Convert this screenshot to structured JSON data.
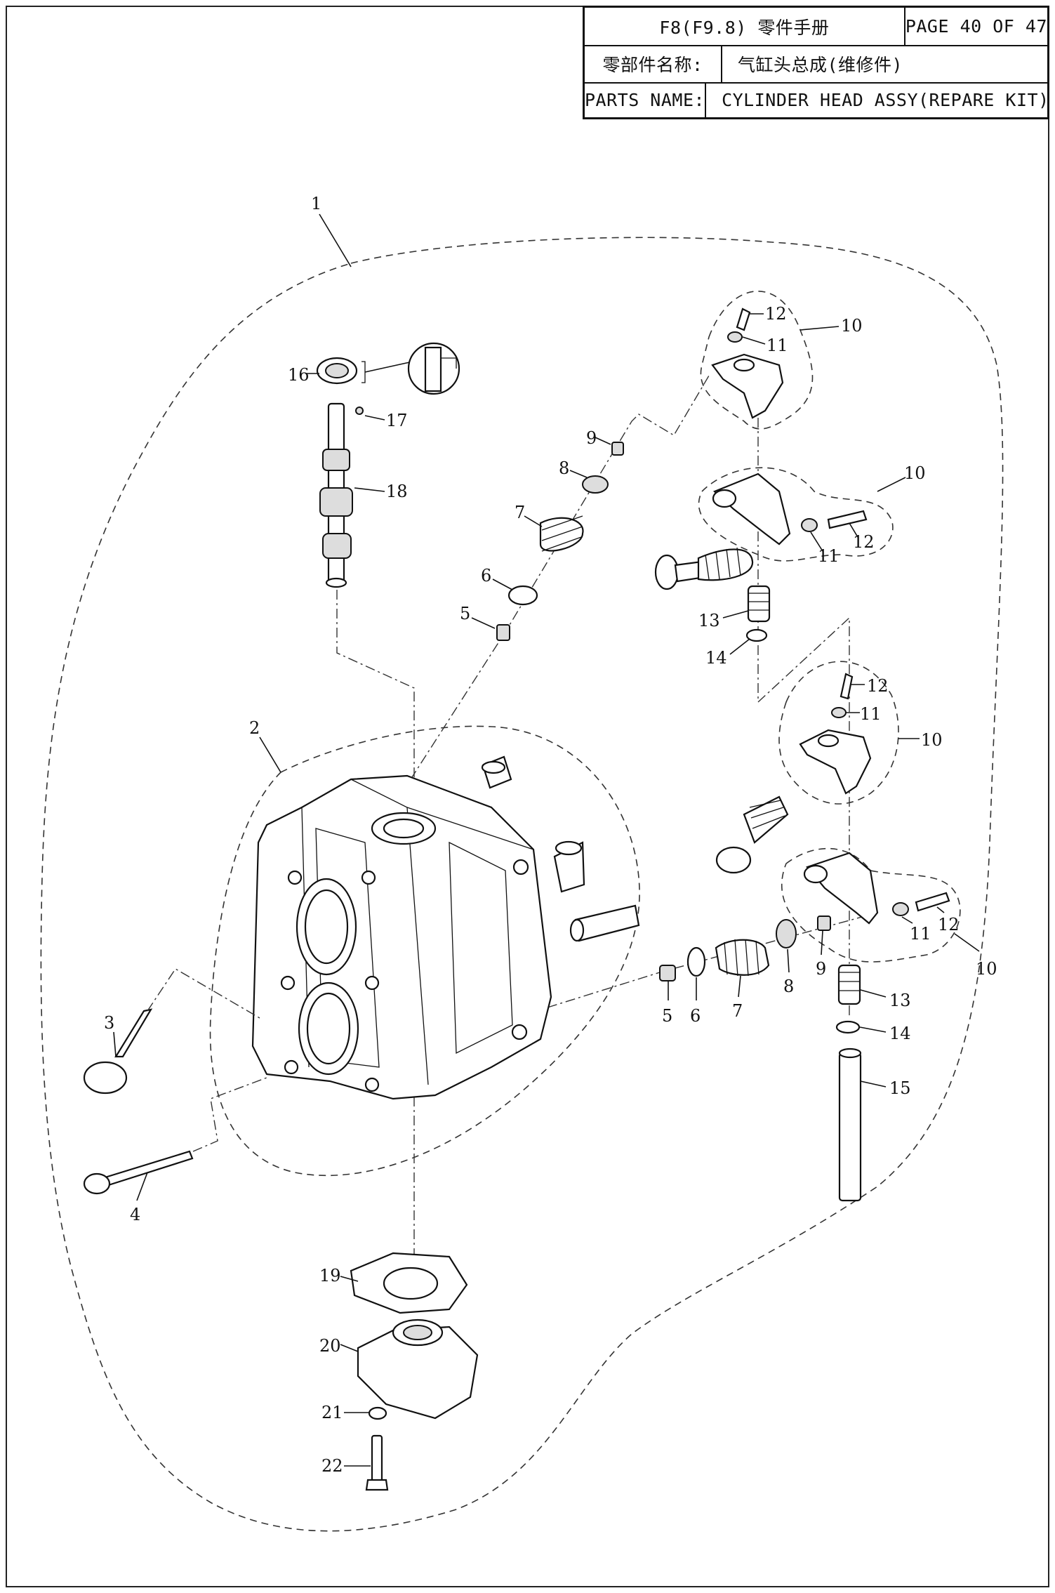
{
  "header": {
    "model": "F8(F9.8) 零件手册",
    "page": "PAGE 40 OF 47",
    "name_label_cn": "零部件名称:",
    "name_value_cn": "气缸头总成(维修件)",
    "name_label_en": "PARTS NAME:",
    "name_value_en": "CYLINDER HEAD ASSY(REPARE KIT)"
  },
  "callouts": [
    {
      "id": "c1",
      "label": "1"
    },
    {
      "id": "c2",
      "label": "2"
    },
    {
      "id": "c3",
      "label": "3"
    },
    {
      "id": "c4",
      "label": "4"
    },
    {
      "id": "c5a",
      "label": "5"
    },
    {
      "id": "c6a",
      "label": "6"
    },
    {
      "id": "c7a",
      "label": "7"
    },
    {
      "id": "c8a",
      "label": "8"
    },
    {
      "id": "c9a",
      "label": "9"
    },
    {
      "id": "c10a",
      "label": "10"
    },
    {
      "id": "c11a",
      "label": "11"
    },
    {
      "id": "c12a",
      "label": "12"
    },
    {
      "id": "c10b",
      "label": "10"
    },
    {
      "id": "c11b",
      "label": "11"
    },
    {
      "id": "c12b",
      "label": "12"
    },
    {
      "id": "c13a",
      "label": "13"
    },
    {
      "id": "c14a",
      "label": "14"
    },
    {
      "id": "c12c",
      "label": "12"
    },
    {
      "id": "c11c",
      "label": "11"
    },
    {
      "id": "c10c",
      "label": "10"
    },
    {
      "id": "c5b",
      "label": "5"
    },
    {
      "id": "c6b",
      "label": "6"
    },
    {
      "id": "c7b",
      "label": "7"
    },
    {
      "id": "c8b",
      "label": "8"
    },
    {
      "id": "c9b",
      "label": "9"
    },
    {
      "id": "c11d",
      "label": "11"
    },
    {
      "id": "c12d",
      "label": "12"
    },
    {
      "id": "c10d",
      "label": "10"
    },
    {
      "id": "c13b",
      "label": "13"
    },
    {
      "id": "c14b",
      "label": "14"
    },
    {
      "id": "c15",
      "label": "15"
    },
    {
      "id": "c16",
      "label": "16"
    },
    {
      "id": "c17",
      "label": "17"
    },
    {
      "id": "c18",
      "label": "18"
    },
    {
      "id": "c19",
      "label": "19"
    },
    {
      "id": "c20",
      "label": "20"
    },
    {
      "id": "c21",
      "label": "21"
    },
    {
      "id": "c22",
      "label": "22"
    }
  ]
}
